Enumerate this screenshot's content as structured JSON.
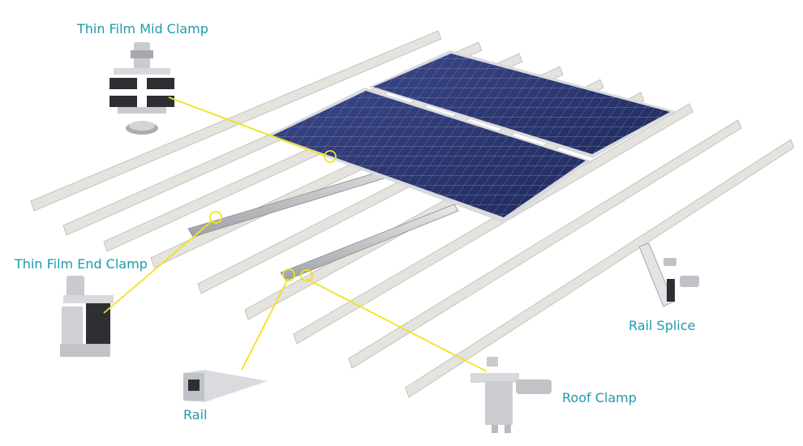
{
  "labels": {
    "mid_clamp": "Thin Film Mid Clamp",
    "end_clamp": "Thin Film End Clamp",
    "rail": "Rail",
    "rail_splice": "Rail Splice",
    "roof_clamp": "Roof Clamp"
  },
  "colors": {
    "label_text": "#1e9aad",
    "leader_line": "#f2e21b",
    "panel_cell": "#28346e",
    "panel_grid": "#8d96b8",
    "panel_frame": "#d8dade",
    "roof_sheet": "#e4e3de",
    "roof_shadow": "#bcbab2",
    "rail_metal": "#c7c9cc",
    "part_dark": "#2d2f33"
  },
  "icons": [
    "mid-clamp-icon",
    "end-clamp-icon",
    "rail-profile-icon",
    "rail-splice-icon",
    "roof-clamp-icon"
  ]
}
